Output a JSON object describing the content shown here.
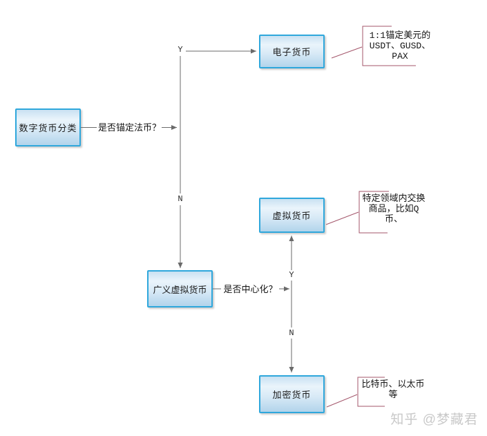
{
  "colors": {
    "node_border": "#2ea7dc",
    "node_fill_top": "#c9e1f2",
    "node_fill_bottom": "#b2d4eb",
    "connector_gray": "#6a6a6a",
    "callout_maroon": "#a3556a",
    "watermark_gray": "#c9c9c9"
  },
  "diagram": {
    "nodes": {
      "root": "数字货币分类",
      "electronic": "电子货币",
      "virtual": "虚拟货币",
      "broad_virtual": "广义虚拟货币",
      "crypto": "加密货币"
    },
    "decisions": {
      "anchor_fiat": "是否锚定法币？",
      "centralized": "是否中心化？"
    },
    "branches": {
      "yes": "Y",
      "no": "N"
    },
    "callouts": {
      "electronic": [
        "1:1锚定美元的",
        "USDT、GUSD、",
        "PAX"
      ],
      "virtual": [
        "特定领域内交换",
        "商品，比如Q",
        "币、"
      ],
      "crypto": [
        "比特币、以太币",
        "等"
      ]
    }
  },
  "watermark": "知乎 @梦藏君"
}
